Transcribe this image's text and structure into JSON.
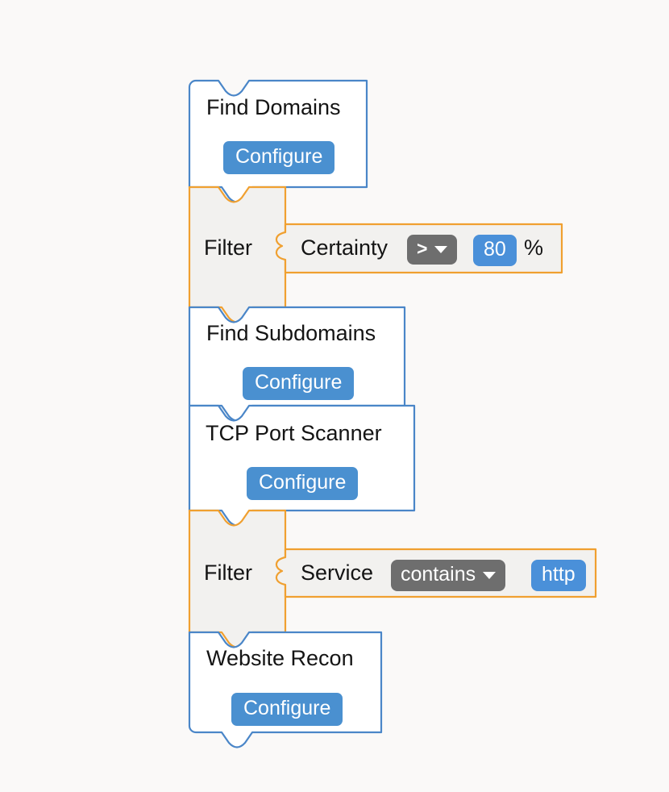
{
  "canvas": {
    "background": "#faf9f8",
    "block_fill": "#ffffff",
    "action_border": "#4a86c8",
    "filter_border": "#f0a030",
    "filter_fill": "#f2f1ef",
    "accent_blue": "#4a90d0",
    "dropdown_gray": "#6e6e6e"
  },
  "workflow": {
    "blocks": [
      {
        "id": "find-domains",
        "type": "action",
        "title": "Find Domains",
        "configure_label": "Configure"
      },
      {
        "id": "filter-certainty",
        "type": "filter",
        "label": "Filter",
        "condition": {
          "field": "Certainty",
          "operator": ">",
          "operator_icon": "chevron-down-icon",
          "value": "80",
          "unit": "%"
        }
      },
      {
        "id": "find-subdomains",
        "type": "action",
        "title": "Find Subdomains",
        "configure_label": "Configure"
      },
      {
        "id": "tcp-port-scanner",
        "type": "action",
        "title": "TCP Port Scanner",
        "configure_label": "Configure"
      },
      {
        "id": "filter-service",
        "type": "filter",
        "label": "Filter",
        "condition": {
          "field": "Service",
          "operator": "contains",
          "operator_icon": "chevron-down-icon",
          "value": "http",
          "unit": ""
        }
      },
      {
        "id": "website-recon",
        "type": "action",
        "title": "Website Recon",
        "configure_label": "Configure"
      }
    ]
  }
}
